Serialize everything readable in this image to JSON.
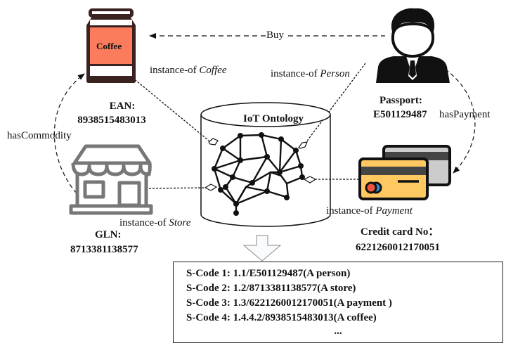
{
  "title": "IoT Ontology",
  "entities": {
    "coffee": {
      "icon_label": "Coffee",
      "relation": "instance-of",
      "class": "Coffee",
      "id_label": "EAN:",
      "id_value": "8938515483013"
    },
    "person": {
      "relation": "instance-of",
      "class": "Person",
      "id_label": "Passport:",
      "id_value": "E501129487"
    },
    "store": {
      "relation": "instance-of",
      "class": "Store",
      "id_label": "GLN:",
      "id_value": "8713381138577"
    },
    "payment": {
      "relation": "instance-of",
      "class": "Payment",
      "id_label": "Credit card No：",
      "id_value": "6221260012170051"
    }
  },
  "edges": {
    "buy": "Buy",
    "has_commodity": "hasCommodity",
    "has_payment": "hasPayment"
  },
  "colors": {
    "coffee_label": "#fa7c5c",
    "coffee_can": "#3a2220",
    "card_front": "#ffc861",
    "card_back": "#cccccc",
    "card_stripe": "#454545",
    "card_red": "#f0543c",
    "card_blue": "#2d8fd5",
    "store": "#777777"
  },
  "scodes": [
    {
      "label": "S-Code 1:",
      "code": "1.1/E501129487",
      "desc": "(A person)"
    },
    {
      "label": "S-Code 2:",
      "code": "1.2/8713381138577",
      "desc": "(A store)"
    },
    {
      "label": "S-Code 3:",
      "code": "1.3/6221260012170051",
      "desc": "(A payment )"
    },
    {
      "label": "S-Code 4:",
      "code": "1.4.4.2/8938515483013",
      "desc": "(A  coffee)"
    }
  ],
  "scodes_more": "..."
}
